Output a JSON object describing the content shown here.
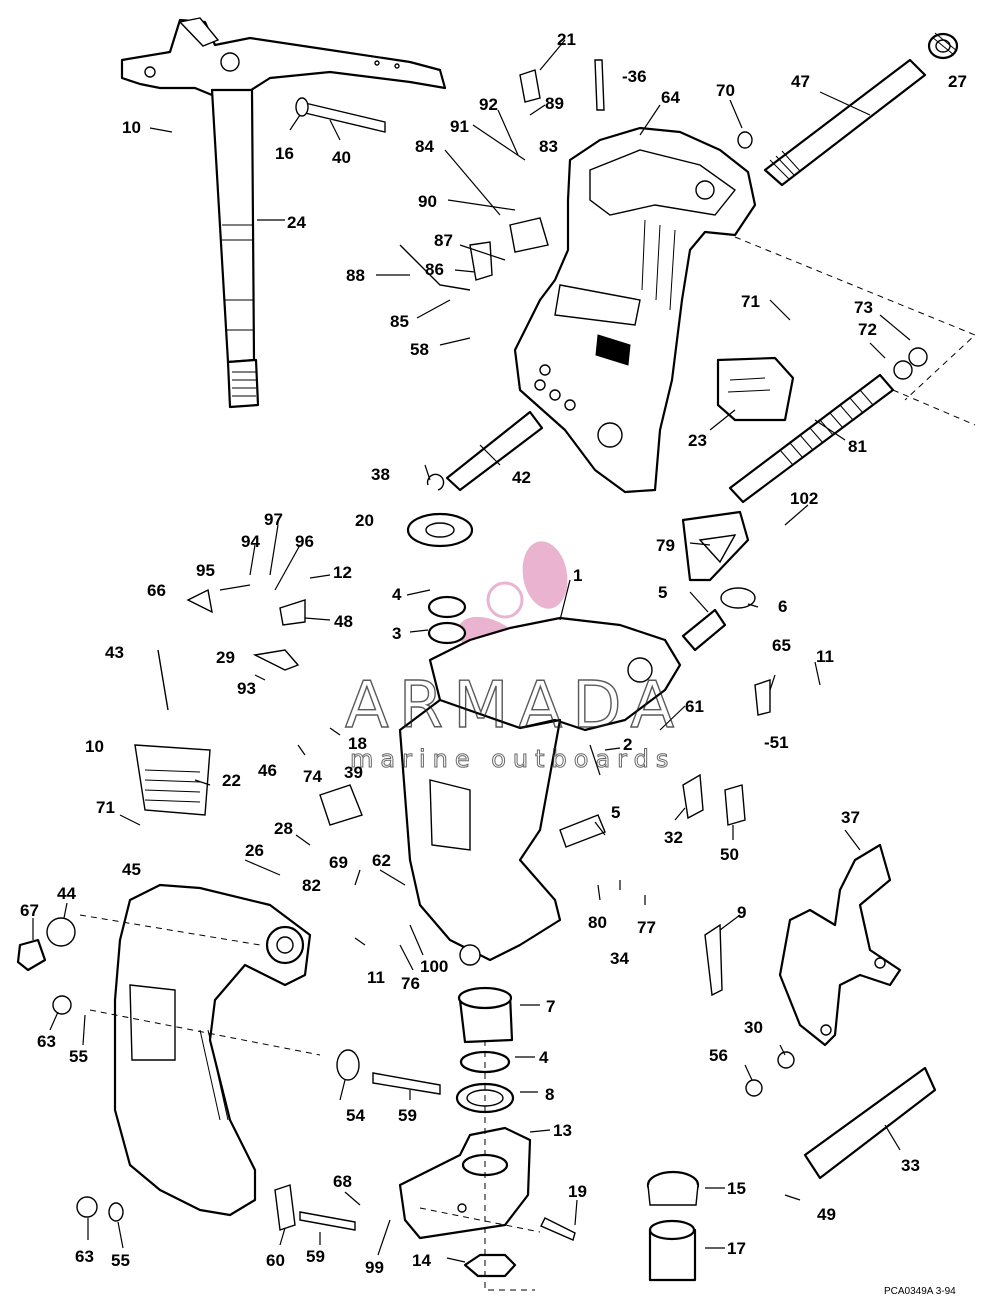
{
  "watermark": {
    "brand": "ARMADA",
    "tagline": "marine outboards",
    "accent_color": "#e7a6c8"
  },
  "drawing_code": "PCA0349A  3-94",
  "callouts": [
    {
      "id": "c1",
      "text": "1"
    },
    {
      "id": "c2",
      "text": "2"
    },
    {
      "id": "c3",
      "text": "3"
    },
    {
      "id": "c4a",
      "text": "4"
    },
    {
      "id": "c4b",
      "text": "4"
    },
    {
      "id": "c5a",
      "text": "5"
    },
    {
      "id": "c5b",
      "text": "5"
    },
    {
      "id": "c6",
      "text": "6"
    },
    {
      "id": "c7",
      "text": "7"
    },
    {
      "id": "c8",
      "text": "8"
    },
    {
      "id": "c9",
      "text": "9"
    },
    {
      "id": "c10a",
      "text": "10"
    },
    {
      "id": "c10b",
      "text": "10"
    },
    {
      "id": "c11a",
      "text": "11"
    },
    {
      "id": "c11b",
      "text": "11"
    },
    {
      "id": "c12",
      "text": "12"
    },
    {
      "id": "c13",
      "text": "13"
    },
    {
      "id": "c14",
      "text": "14"
    },
    {
      "id": "c15",
      "text": "15"
    },
    {
      "id": "c16",
      "text": "16"
    },
    {
      "id": "c17",
      "text": "17"
    },
    {
      "id": "c18",
      "text": "18"
    },
    {
      "id": "c19",
      "text": "19"
    },
    {
      "id": "c20",
      "text": "20"
    },
    {
      "id": "c21",
      "text": "21"
    },
    {
      "id": "c22",
      "text": "22"
    },
    {
      "id": "c23",
      "text": "23"
    },
    {
      "id": "c24",
      "text": "24"
    },
    {
      "id": "c26",
      "text": "26"
    },
    {
      "id": "c27",
      "text": "27"
    },
    {
      "id": "c28",
      "text": "28"
    },
    {
      "id": "c29",
      "text": "29"
    },
    {
      "id": "c30",
      "text": "30"
    },
    {
      "id": "c32",
      "text": "32"
    },
    {
      "id": "c33",
      "text": "33"
    },
    {
      "id": "c34",
      "text": "34"
    },
    {
      "id": "c36",
      "text": "-36"
    },
    {
      "id": "c37",
      "text": "37"
    },
    {
      "id": "c38",
      "text": "38"
    },
    {
      "id": "c39",
      "text": "39"
    },
    {
      "id": "c40",
      "text": "40"
    },
    {
      "id": "c42",
      "text": "42"
    },
    {
      "id": "c43",
      "text": "43"
    },
    {
      "id": "c44",
      "text": "44"
    },
    {
      "id": "c45",
      "text": "45"
    },
    {
      "id": "c46",
      "text": "46"
    },
    {
      "id": "c47",
      "text": "47"
    },
    {
      "id": "c48",
      "text": "48"
    },
    {
      "id": "c49",
      "text": "49"
    },
    {
      "id": "c50",
      "text": "50"
    },
    {
      "id": "c51",
      "text": "-51"
    },
    {
      "id": "c54",
      "text": "54"
    },
    {
      "id": "c55a",
      "text": "55"
    },
    {
      "id": "c55b",
      "text": "55"
    },
    {
      "id": "c56",
      "text": "56"
    },
    {
      "id": "c58",
      "text": "58"
    },
    {
      "id": "c59a",
      "text": "59"
    },
    {
      "id": "c59b",
      "text": "59"
    },
    {
      "id": "c60",
      "text": "60"
    },
    {
      "id": "c61",
      "text": "61"
    },
    {
      "id": "c62",
      "text": "62"
    },
    {
      "id": "c63a",
      "text": "63"
    },
    {
      "id": "c63b",
      "text": "63"
    },
    {
      "id": "c64",
      "text": "64"
    },
    {
      "id": "c65",
      "text": "65"
    },
    {
      "id": "c66",
      "text": "66"
    },
    {
      "id": "c67",
      "text": "67"
    },
    {
      "id": "c68",
      "text": "68"
    },
    {
      "id": "c69",
      "text": "69"
    },
    {
      "id": "c70",
      "text": "70"
    },
    {
      "id": "c71a",
      "text": "71"
    },
    {
      "id": "c71b",
      "text": "71"
    },
    {
      "id": "c72",
      "text": "72"
    },
    {
      "id": "c73",
      "text": "73"
    },
    {
      "id": "c74",
      "text": "74"
    },
    {
      "id": "c76",
      "text": "76"
    },
    {
      "id": "c77",
      "text": "77"
    },
    {
      "id": "c79",
      "text": "79"
    },
    {
      "id": "c80",
      "text": "80"
    },
    {
      "id": "c81",
      "text": "81"
    },
    {
      "id": "c82",
      "text": "82"
    },
    {
      "id": "c83",
      "text": "83"
    },
    {
      "id": "c84",
      "text": "84"
    },
    {
      "id": "c85",
      "text": "85"
    },
    {
      "id": "c86",
      "text": "86"
    },
    {
      "id": "c87",
      "text": "87"
    },
    {
      "id": "c88",
      "text": "88"
    },
    {
      "id": "c89",
      "text": "89"
    },
    {
      "id": "c90",
      "text": "90"
    },
    {
      "id": "c91",
      "text": "91"
    },
    {
      "id": "c92",
      "text": "92"
    },
    {
      "id": "c93",
      "text": "93"
    },
    {
      "id": "c94",
      "text": "94"
    },
    {
      "id": "c95",
      "text": "95"
    },
    {
      "id": "c96",
      "text": "96"
    },
    {
      "id": "c97",
      "text": "97"
    },
    {
      "id": "c99",
      "text": "99"
    },
    {
      "id": "c100",
      "text": "100"
    },
    {
      "id": "c102",
      "text": "102"
    }
  ]
}
